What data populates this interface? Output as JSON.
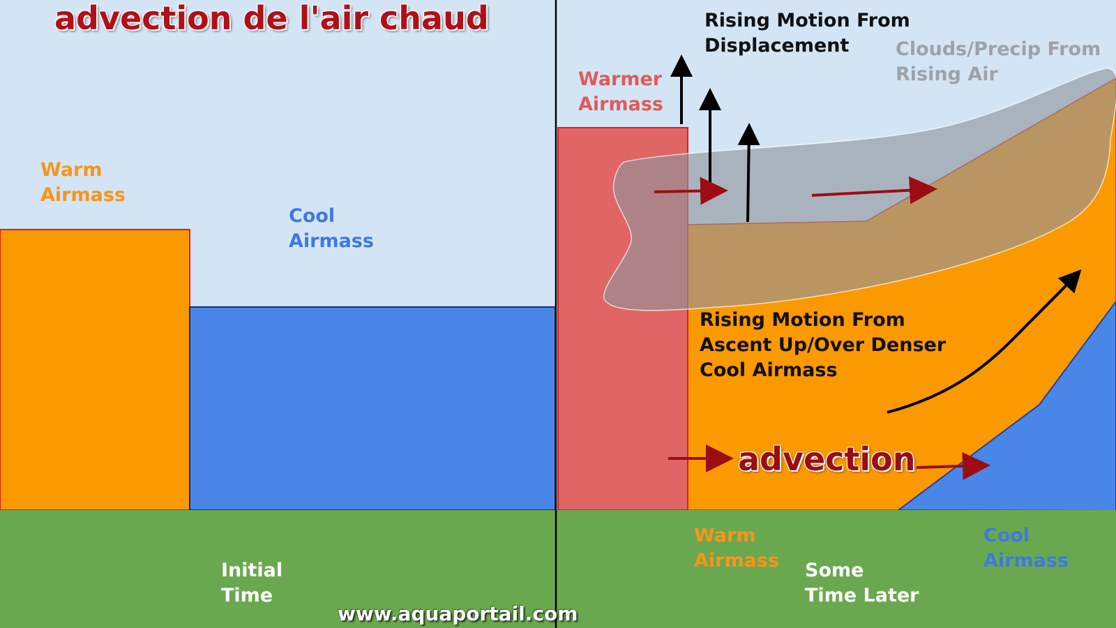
{
  "title": "advection de l'air chaud",
  "colors": {
    "sky": "#d3e5f5",
    "warm_airmass": "#fb9900",
    "cool_airmass": "#4a86e8",
    "warmer_airmass": "#e06666",
    "ground": "#6aa84f",
    "cloud": "#a8acb2",
    "arrow_red": "#9b0d12",
    "arrow_black": "#000000"
  },
  "left_panel": {
    "warm_label": [
      "Warm",
      "Airmass"
    ],
    "cool_label": [
      "Cool",
      "Airmass"
    ],
    "time_label": [
      "Initial",
      "Time"
    ]
  },
  "right_panel": {
    "warmer_label": [
      "Warmer",
      "Airmass"
    ],
    "displacement_label": [
      "Rising Motion From",
      "Displacement"
    ],
    "clouds_label": [
      "Clouds/Precip From",
      "Rising Air"
    ],
    "ascent_label": [
      "Rising Motion From",
      "Ascent Up/Over Denser",
      "Cool Airmass"
    ],
    "advection_word": "advection",
    "warm_label": [
      "Warm",
      "Airmass"
    ],
    "cool_label": [
      "Cool",
      "Airmass"
    ],
    "time_label": [
      "Some",
      "Time Later"
    ]
  },
  "watermark": "www.aquaportail.com"
}
